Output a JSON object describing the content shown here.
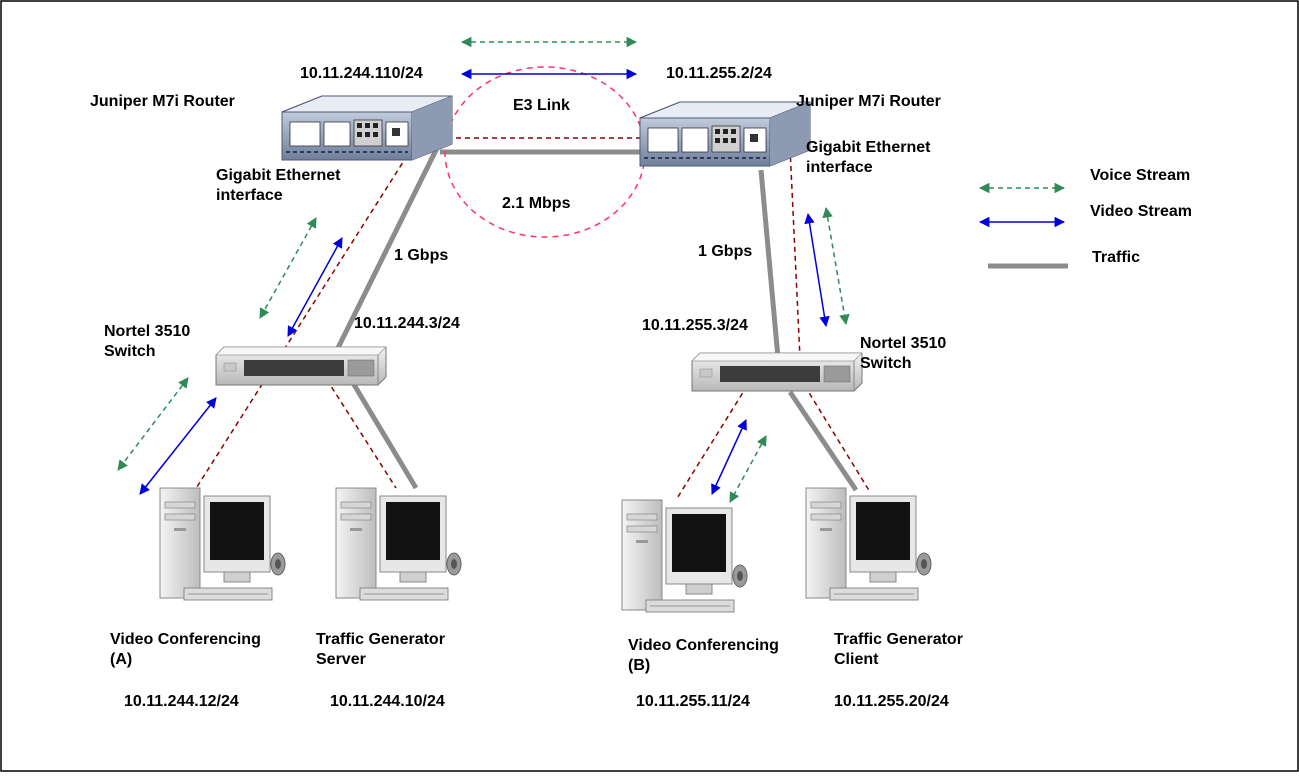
{
  "diagram": {
    "routers": {
      "left_name": "Juniper M7i Router",
      "left_ip": "10.11.244.110/24",
      "left_iface": "Gigabit Ethernet\ninterface",
      "right_name": "Juniper M7i Router",
      "right_ip": "10.11.255.2/24",
      "right_iface": "Gigabit Ethernet\ninterface"
    },
    "link": {
      "name": "E3 Link",
      "rate": "2.1 Mbps"
    },
    "switches": {
      "left_name": "Nortel 3510\nSwitch",
      "left_ip": "10.11.244.3/24",
      "left_uplink": "1 Gbps",
      "right_name": "Nortel 3510\nSwitch",
      "right_ip": "10.11.255.3/24",
      "right_uplink": "1 Gbps"
    },
    "hosts": [
      {
        "name": "Video Conferencing\n(A)",
        "ip": "10.11.244.12/24"
      },
      {
        "name": "Traffic Generator\nServer",
        "ip": "10.11.244.10/24"
      },
      {
        "name": "Video Conferencing\n(B)",
        "ip": "10.11.255.11/24"
      },
      {
        "name": "Traffic Generator\nClient",
        "ip": "10.11.255.20/24"
      }
    ],
    "legend": {
      "voice": "Voice Stream",
      "video": "Video Stream",
      "traffic": "Traffic"
    },
    "colors": {
      "voice": "#2e8b57",
      "video": "#0000dd",
      "traffic": "#8c8c8c",
      "path": "#8b0000",
      "ellipse": "#ff3366"
    }
  }
}
